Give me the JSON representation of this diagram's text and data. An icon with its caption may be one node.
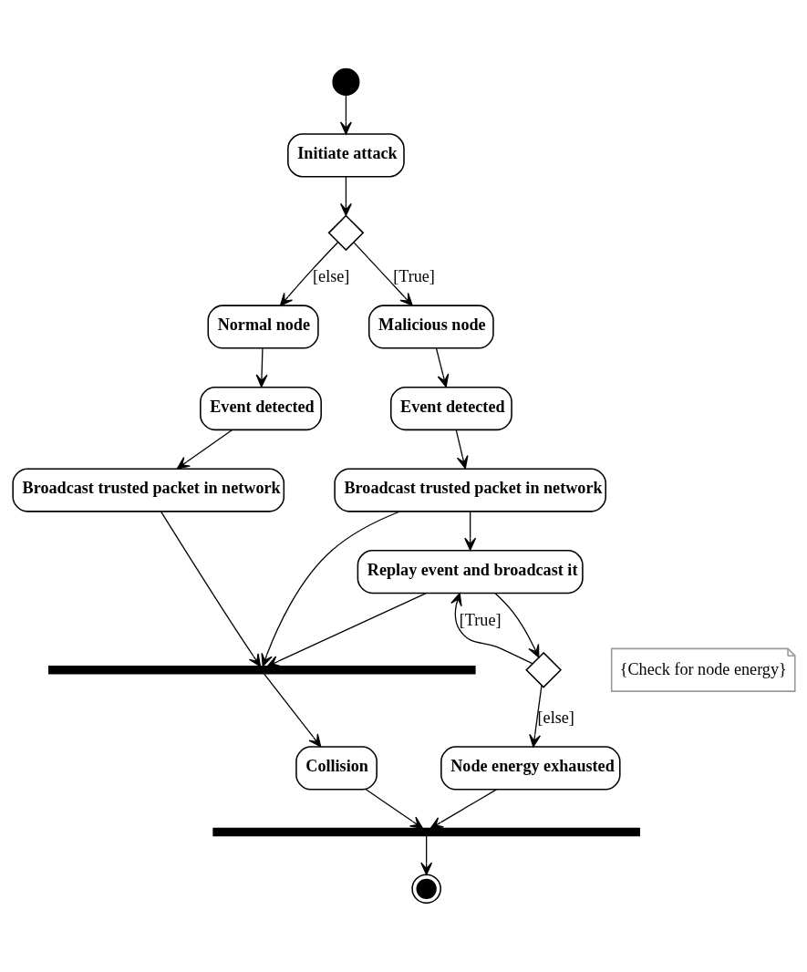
{
  "diagram": {
    "nodes": [
      {
        "text": [],
        "shape": "circle"
      },
      {
        "text": [
          "Initiate attack"
        ]
      },
      {
        "text": [],
        "shape": "diamond"
      },
      {
        "text": [
          "Normal node"
        ]
      },
      {
        "text": [
          "Malicious node"
        ]
      },
      {
        "text": [
          "Event detected"
        ]
      },
      {
        "text": [
          "Event detected"
        ]
      },
      {
        "text": [
          "Broadcast trusted packet in network"
        ]
      },
      {
        "text": [
          "Broadcast trusted packet in network"
        ]
      },
      {
        "text": [
          "Replay event and broadcast it"
        ]
      },
      {
        "text": [],
        "shape": "bar"
      },
      {
        "text": [],
        "shape": "diamond"
      },
      {
        "text": [
          "{Check for node energy}"
        ]
      },
      {
        "text": [
          "Collision"
        ]
      },
      {
        "text": [
          "Node energy exhausted"
        ]
      },
      {
        "text": [],
        "shape": "bar"
      },
      {
        "text": [],
        "shape": "circle"
      }
    ],
    "edges": [
      {
        "from": 0,
        "to": 1,
        "arrow": "to"
      },
      {
        "from": 1,
        "to": 2,
        "arrow": "to"
      },
      {
        "from": 2,
        "to": 3,
        "arrow": "to",
        "label": "[else]"
      },
      {
        "from": 2,
        "to": 4,
        "arrow": "to",
        "label": "[True]"
      },
      {
        "from": 3,
        "to": 5,
        "arrow": "to"
      },
      {
        "from": 4,
        "to": 6,
        "arrow": "to"
      },
      {
        "from": 5,
        "to": 7,
        "arrow": "to"
      },
      {
        "from": 6,
        "to": 8,
        "arrow": "to"
      },
      {
        "from": 8,
        "to": 9,
        "arrow": "to"
      },
      {
        "from": 7,
        "to": 10,
        "arrow": "to"
      },
      {
        "from": 8,
        "to": 10,
        "arrow": "to"
      },
      {
        "from": 9,
        "to": 10,
        "arrow": "to"
      },
      {
        "from": 9,
        "to": 11,
        "arrow": "to"
      },
      {
        "from": 11,
        "to": 9,
        "arrow": "to",
        "label": "[True]"
      },
      {
        "from": 11,
        "to": 14,
        "arrow": "to",
        "label": "[else]"
      },
      {
        "from": 10,
        "to": 13,
        "arrow": "to"
      },
      {
        "from": 13,
        "to": 15,
        "arrow": "to"
      },
      {
        "from": 14,
        "to": 15,
        "arrow": "to"
      },
      {
        "from": 15,
        "to": 16,
        "arrow": "to"
      }
    ]
  }
}
